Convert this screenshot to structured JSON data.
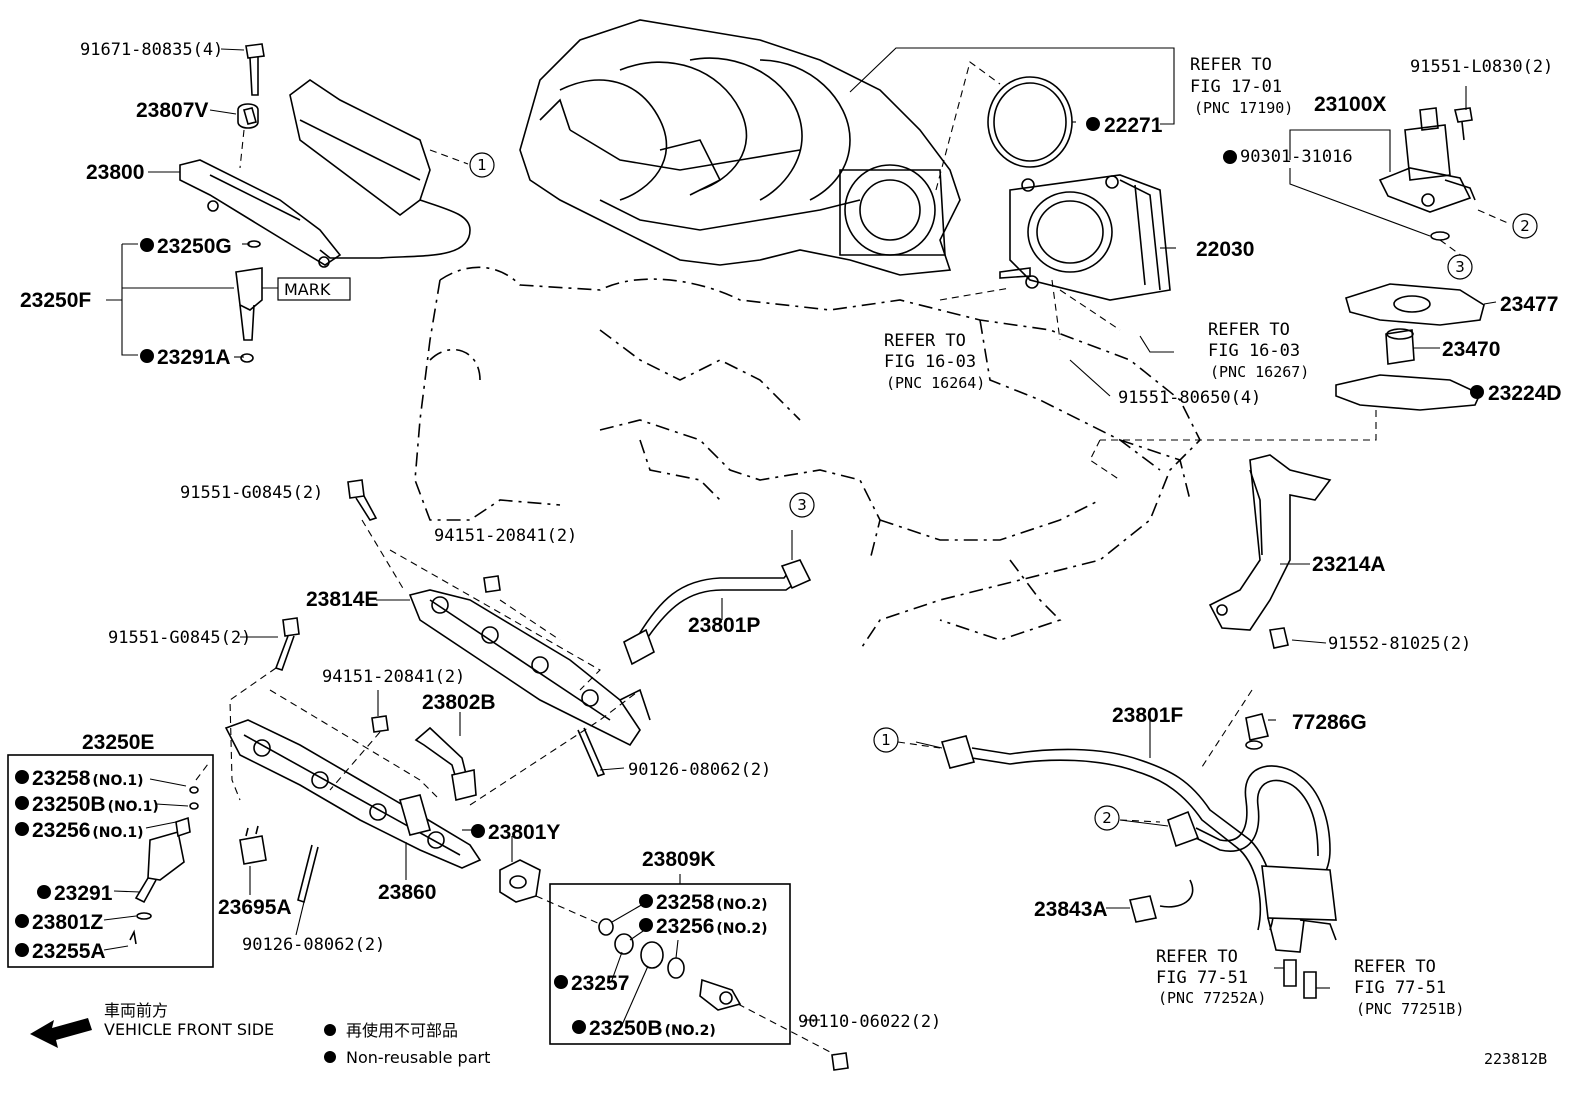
{
  "diagram_id": "223812B",
  "legend": {
    "direction_jp": "車両前方",
    "direction_en": "VEHICLE FRONT SIDE",
    "nonreusable_jp": "再使用不可部品",
    "nonreusable_en": "Non-reusable part"
  },
  "mark_label": "MARK",
  "callouts": {
    "c1": "1",
    "c2": "2",
    "c3": "3"
  },
  "labels": {
    "p91671_80835": "91671-80835(4)",
    "p23807V": "23807V",
    "p23800": "23800",
    "p23250G": "23250G",
    "p23250F": "23250F",
    "p23291A": "23291A",
    "p22271": "22271",
    "p22030": "22030",
    "p90301_31016": "90301-31016",
    "p23100X": "23100X",
    "p91551_L0830": "91551-L0830(2)",
    "p23477": "23477",
    "p23470": "23470",
    "p23224D": "23224D",
    "p91551_80650": "91551-80650(4)",
    "p91551_G0845_a": "91551-G0845(2)",
    "p94151_20841_a": "94151-20841(2)",
    "p23814E": "23814E",
    "p23801P": "23801P",
    "p91551_G0845_b": "91551-G0845(2)",
    "p94151_20841_b": "94151-20841(2)",
    "p23802B": "23802B",
    "p23250E": "23250E",
    "p23258_1": "23258",
    "p23250B_1": "23250B",
    "p23256_1": "23256",
    "p23291": "23291",
    "p23801Z": "23801Z",
    "p23255A": "23255A",
    "p23695A": "23695A",
    "p23860": "23860",
    "p90126_08062_a": "90126-08062(2)",
    "p90126_08062_b": "90126-08062(2)",
    "p23801Y": "23801Y",
    "p23809K": "23809K",
    "p23258_2": "23258",
    "p23256_2": "23256",
    "p23257": "23257",
    "p23250B_2": "23250B",
    "p90110_06022": "90110-06022(2)",
    "p23214A": "23214A",
    "p91552_81025": "91552-81025(2)",
    "p23801F": "23801F",
    "p77286G": "77286G",
    "p23843A": "23843A"
  },
  "suffixes": {
    "no1": "(NO.1)",
    "no2": "(NO.2)"
  },
  "refs": {
    "r17_01": {
      "line1": "REFER TO",
      "line2": "FIG 17-01",
      "line3": "(PNC 17190)"
    },
    "r16_03a": {
      "line1": "REFER TO",
      "line2": "FIG 16-03",
      "line3": "(PNC 16264)"
    },
    "r16_03b": {
      "line1": "REFER TO",
      "line2": "FIG 16-03",
      "line3": "(PNC 16267)"
    },
    "r77_51a": {
      "line1": "REFER TO",
      "line2": "FIG 77-51",
      "line3": "(PNC 77252A)"
    },
    "r77_51b": {
      "line1": "REFER TO",
      "line2": "FIG 77-51",
      "line3": "(PNC 77251B)"
    }
  }
}
